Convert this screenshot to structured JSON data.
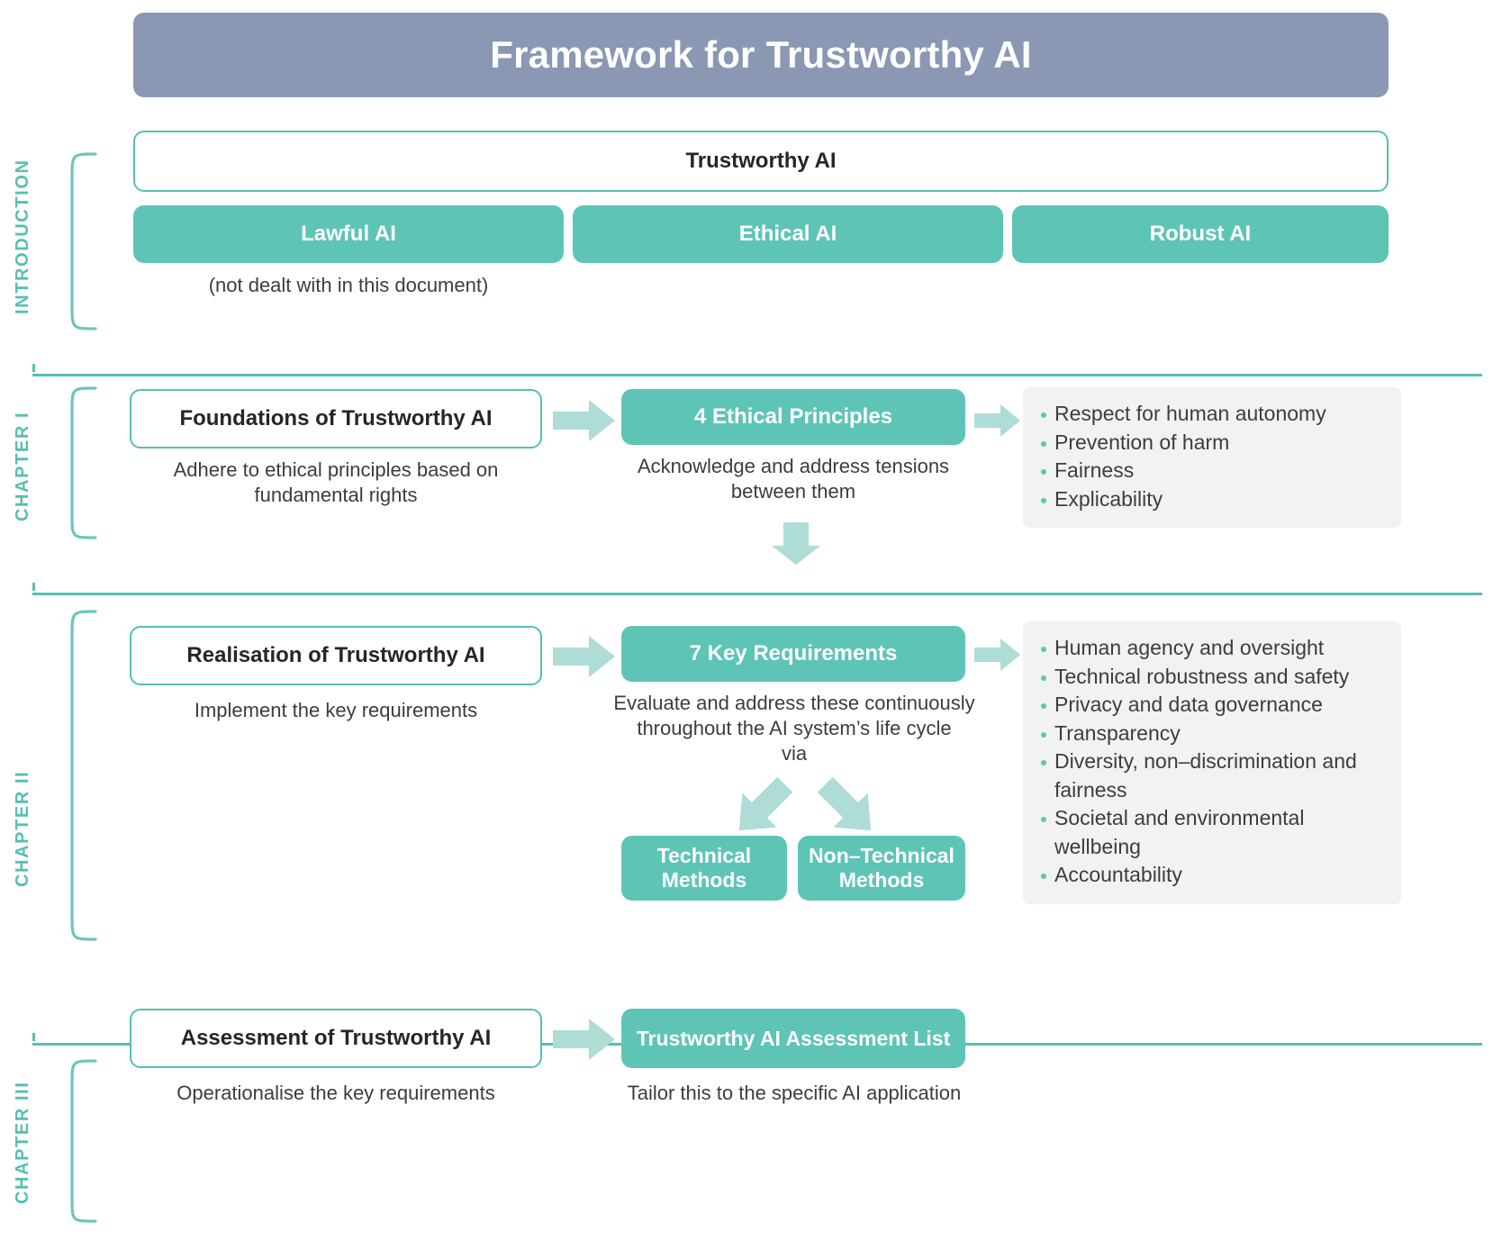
{
  "header": {
    "title": "Framework for Trustworthy AI"
  },
  "colors": {
    "header_bg": "#8b98b4",
    "teal": "#5ec4b6",
    "teal_line": "#57bfb2",
    "arrow_light": "#aedcd6",
    "panel_gray": "#f2f2f2",
    "text_dark": "#3d3d3d"
  },
  "sections": {
    "introduction": {
      "label": "INTRODUCTION",
      "main_box": "Trustworthy AI",
      "pillars": [
        "Lawful AI",
        "Ethical AI",
        "Robust AI"
      ],
      "note": "(not dealt with in this document)"
    },
    "chapter1": {
      "label": "CHAPTER I",
      "left_box": "Foundations of Trustworthy AI",
      "left_caption": "Adhere to ethical principles based on\nfundamental rights",
      "left_caption_line1": "Adhere to ethical principles based on",
      "left_caption_line2": "fundamental rights",
      "mid_box": "4 Ethical Principles",
      "mid_caption_line1": "Acknowledge and address tensions",
      "mid_caption_line2": "between them",
      "list": [
        "Respect for human autonomy",
        "Prevention of harm",
        "Fairness",
        "Explicability"
      ]
    },
    "chapter2": {
      "label": "CHAPTER II",
      "left_box": "Realisation of Trustworthy AI",
      "left_caption": "Implement the key requirements",
      "mid_box": "7 Key Requirements",
      "mid_caption_line1": "Evaluate and address these continuously",
      "mid_caption_line2": "throughout the AI system’s life cycle",
      "mid_caption_line3": "via",
      "methods": [
        {
          "line1": "Technical",
          "line2": "Methods"
        },
        {
          "line1": "Non–Technical",
          "line2": "Methods"
        }
      ],
      "list": [
        "Human agency and oversight",
        "Technical robustness and safety",
        "Privacy and data governance",
        "Transparency",
        "Diversity, non–discrimination and fairness",
        "Societal and environmental wellbeing",
        "Accountability"
      ]
    },
    "chapter3": {
      "label": "CHAPTER III",
      "left_box": "Assessment of Trustworthy AI",
      "left_caption": "Operationalise the key requirements",
      "mid_box": "Trustworthy AI Assessment List",
      "mid_caption": "Tailor this to the specific AI application"
    }
  }
}
